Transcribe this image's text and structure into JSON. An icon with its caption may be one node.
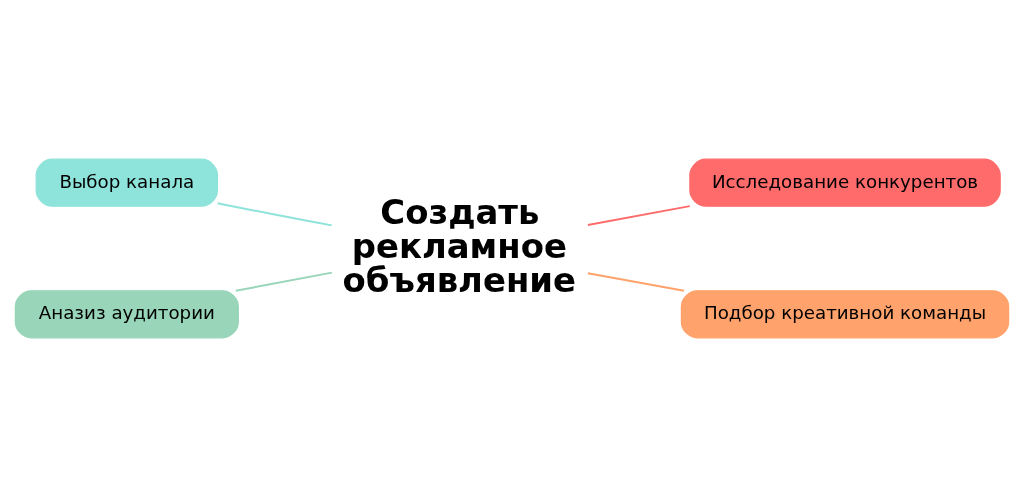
{
  "diagram": {
    "nodes": [
      {
        "text": [
          "Выбор канала"
        ]
      },
      {
        "text": [
          "Исследование конкурентов"
        ]
      },
      {
        "text": [
          "Создать рекламное объявление"
        ]
      },
      {
        "text": [
          "Аназиз аудитории"
        ]
      },
      {
        "text": [
          "Подбор креативной команды"
        ]
      }
    ],
    "edges": [
      {
        "from": 0,
        "to": 2,
        "arrow": "none",
        "color": "#8ee3da"
      },
      {
        "from": 2,
        "to": 1,
        "arrow": "none",
        "color": "#ff6b6b"
      },
      {
        "from": 3,
        "to": 2,
        "arrow": "none",
        "color": "#98d5b9"
      },
      {
        "from": 2,
        "to": 4,
        "arrow": "none",
        "color": "#ffa26b"
      }
    ]
  }
}
